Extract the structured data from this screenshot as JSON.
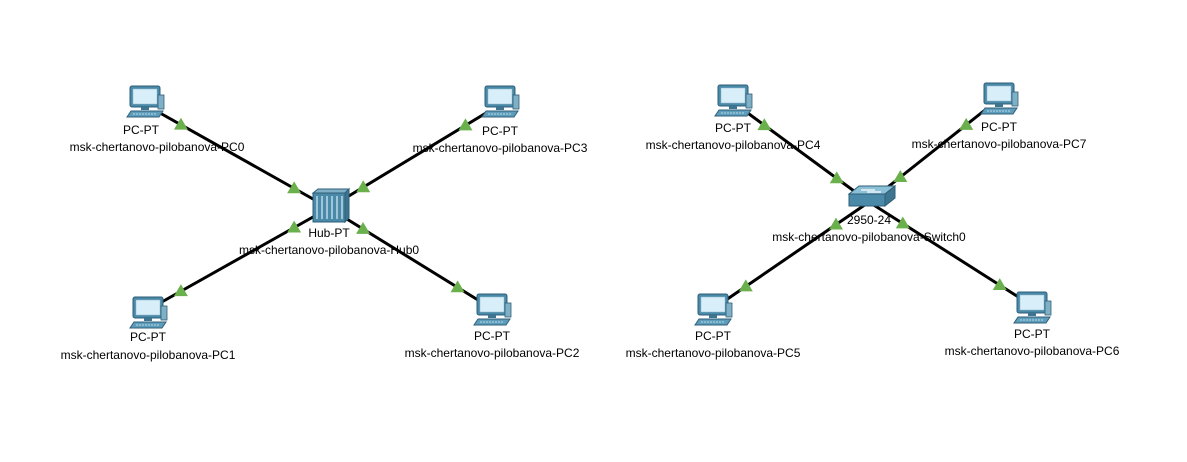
{
  "colors": {
    "background": "#ffffff",
    "link": "#000000",
    "link_status_up": "#6ab04c",
    "device_body": "#4a8aa8",
    "device_screen": "#d8eef8"
  },
  "devices": {
    "pc0": {
      "icon": "pc-icon",
      "model": "PC-PT",
      "name": "msk-chertanovo-pilobanova-PC0"
    },
    "pc3": {
      "icon": "pc-icon",
      "model": "PC-PT",
      "name": "msk-chertanovo-pilobanova-PC3"
    },
    "hub0": {
      "icon": "hub-icon",
      "model": "Hub-PT",
      "name": "msk-chertanovo-pilobanova-Hub0"
    },
    "pc1": {
      "icon": "pc-icon",
      "model": "PC-PT",
      "name": "msk-chertanovo-pilobanova-PC1"
    },
    "pc2": {
      "icon": "pc-icon",
      "model": "PC-PT",
      "name": "msk-chertanovo-pilobanova-PC2"
    },
    "pc4": {
      "icon": "pc-icon",
      "model": "PC-PT",
      "name": "msk-chertanovo-pilobanova-PC4"
    },
    "pc7": {
      "icon": "pc-icon",
      "model": "PC-PT",
      "name": "msk-chertanovo-pilobanova-PC7"
    },
    "switch0": {
      "icon": "switch-icon",
      "model": "2950-24",
      "name": "msk-chertanovo-pilobanova-Switch0"
    },
    "pc5": {
      "icon": "pc-icon",
      "model": "PC-PT",
      "name": "msk-chertanovo-pilobanova-PC5"
    },
    "pc6": {
      "icon": "pc-icon",
      "model": "PC-PT",
      "name": "msk-chertanovo-pilobanova-PC6"
    }
  },
  "links": [
    {
      "from": "pc0",
      "to": "hub0",
      "status": "up"
    },
    {
      "from": "pc3",
      "to": "hub0",
      "status": "up"
    },
    {
      "from": "pc1",
      "to": "hub0",
      "status": "up"
    },
    {
      "from": "pc2",
      "to": "hub0",
      "status": "up"
    },
    {
      "from": "pc4",
      "to": "switch0",
      "status": "up"
    },
    {
      "from": "pc7",
      "to": "switch0",
      "status": "up"
    },
    {
      "from": "pc5",
      "to": "switch0",
      "status": "up"
    },
    {
      "from": "pc6",
      "to": "switch0",
      "status": "up"
    }
  ]
}
